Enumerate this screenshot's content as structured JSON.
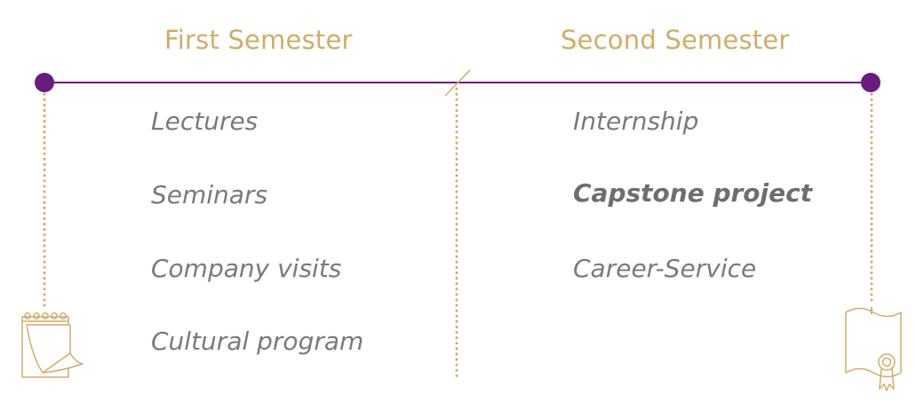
{
  "semesters": [
    {
      "title": "First Semester",
      "items": [
        "Lectures",
        "Seminars",
        "Company visits",
        "Cultural program"
      ]
    },
    {
      "title": "Second Semester",
      "items": [
        "Internship",
        "Capstone project",
        "Career-Service"
      ]
    }
  ],
  "colors": {
    "accent": "#d1ac6a",
    "timeline": "#6a1b7e",
    "text": "#7a7a7c"
  },
  "icons": [
    "notepad-icon",
    "certificate-icon"
  ]
}
